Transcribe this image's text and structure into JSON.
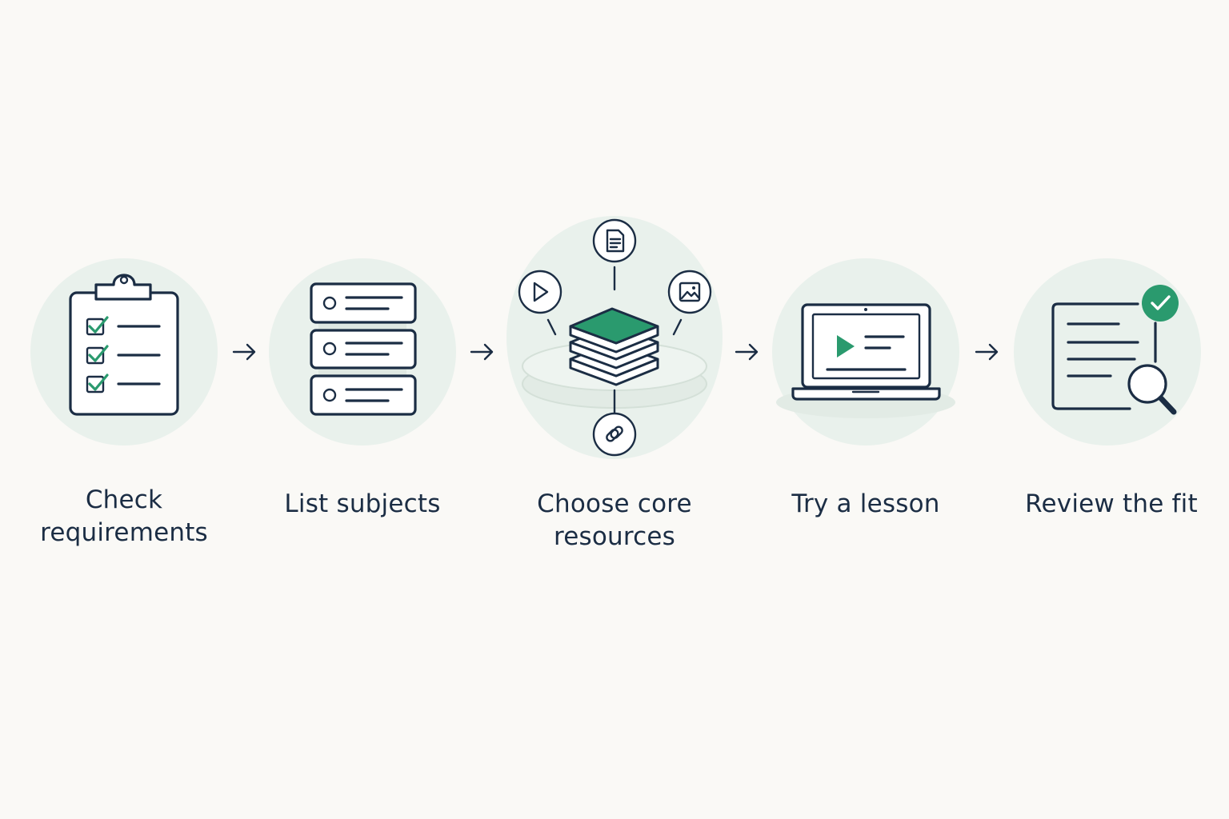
{
  "colors": {
    "background": "#faf9f6",
    "ink": "#1b2d44",
    "accent_green": "#2a9a6e",
    "circle_tint": "#e9f1ec"
  },
  "steps": [
    {
      "label": "Check\nrequirements",
      "icon": "clipboard-checklist-icon"
    },
    {
      "label": "List subjects",
      "icon": "stacked-list-icon"
    },
    {
      "label": "Choose core\nresources",
      "icon": "book-stack-resources-icon"
    },
    {
      "label": "Try a lesson",
      "icon": "laptop-video-icon"
    },
    {
      "label": "Review the fit",
      "icon": "document-review-icon"
    }
  ],
  "connector_icon": "arrow-right-icon"
}
